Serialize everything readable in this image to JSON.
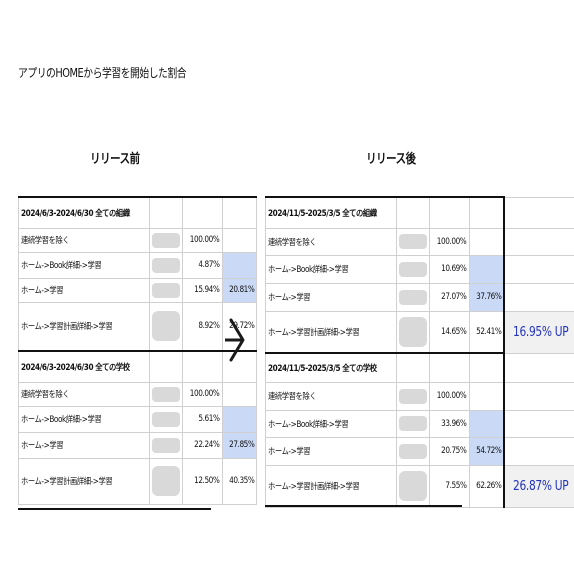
{
  "page_title": "アプリのHOMEから学習を開始した割合",
  "before": {
    "heading": "リリース前",
    "organizations": {
      "period": "2024/6/3-2024/6/30 全ての組織",
      "rows": [
        {
          "label": "連続学習を除く",
          "a": "100.00%",
          "b": ""
        },
        {
          "label": "ホーム->Book詳細->学習",
          "a": "4.87%",
          "b": ""
        },
        {
          "label": "ホーム->学習",
          "a": "15.94%",
          "b": "20.81%"
        },
        {
          "label": "ホーム->学習計画詳細->学習",
          "a": "8.92%",
          "b": "29.72%"
        }
      ]
    },
    "schools": {
      "period": "2024/6/3-2024/6/30 全ての学校",
      "rows": [
        {
          "label": "連続学習を除く",
          "a": "100.00%",
          "b": ""
        },
        {
          "label": "ホーム->Book詳細->学習",
          "a": "5.61%",
          "b": ""
        },
        {
          "label": "ホーム->学習",
          "a": "22.24%",
          "b": "27.85%"
        },
        {
          "label": "ホーム->学習計画詳細->学習",
          "a": "12.50%",
          "b": "40.35%"
        }
      ]
    }
  },
  "after": {
    "heading": "リリース後",
    "organizations": {
      "period": "2024/11/5-2025/3/5 全ての組織",
      "rows": [
        {
          "label": "連続学習を除く",
          "a": "100.00%",
          "b": ""
        },
        {
          "label": "ホーム->Book詳細->学習",
          "a": "10.69%",
          "b": ""
        },
        {
          "label": "ホーム->学習",
          "a": "27.07%",
          "b": "37.76%"
        },
        {
          "label": "ホーム->学習計画詳細->学習",
          "a": "14.65%",
          "b": "52.41%"
        }
      ],
      "increase": "16.95% UP"
    },
    "schools": {
      "period": "2024/11/5-2025/3/5 全ての学校",
      "rows": [
        {
          "label": "連続学習を除く",
          "a": "100.00%",
          "b": ""
        },
        {
          "label": "ホーム->Book詳細->学習",
          "a": "33.96%",
          "b": ""
        },
        {
          "label": "ホーム->学習",
          "a": "20.75%",
          "b": "54.72%"
        },
        {
          "label": "ホーム->学習計画詳細->学習",
          "a": "7.55%",
          "b": "62.26%"
        }
      ],
      "increase": "26.87% UP"
    }
  },
  "arrow_icon": "chevron-right-icon",
  "colors": {
    "highlight": "#c9d9f6",
    "increase_text": "#2233bb",
    "redacted": "#d9d9d9"
  }
}
